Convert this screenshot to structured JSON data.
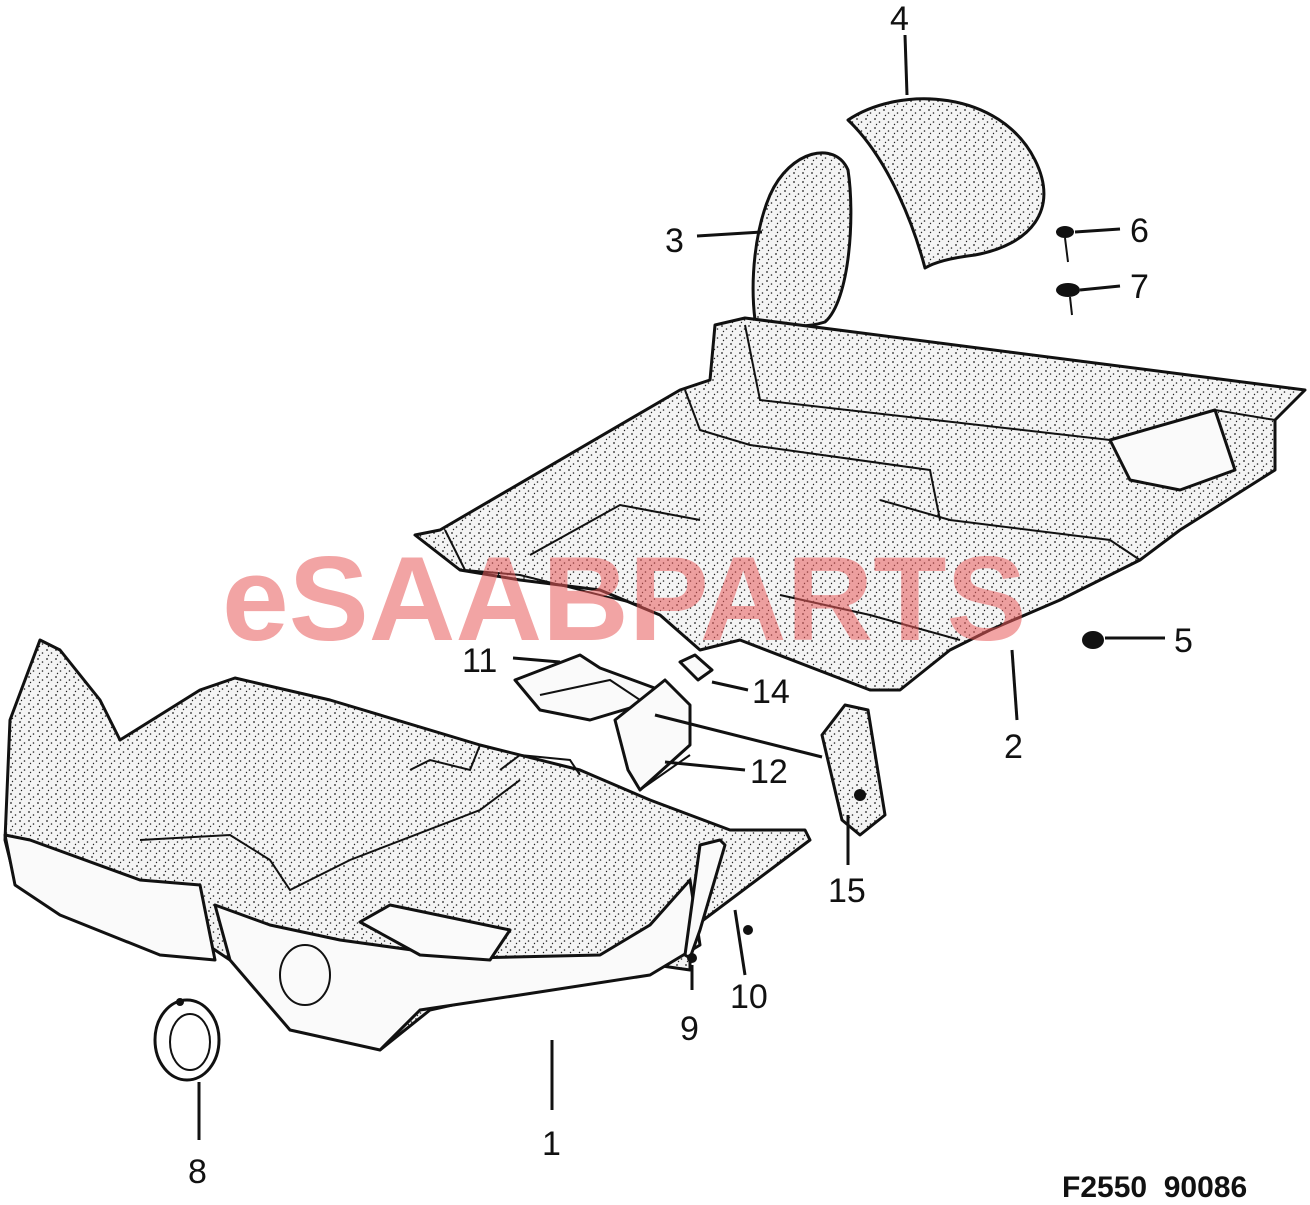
{
  "callouts": {
    "c1": "1",
    "c2": "2",
    "c3": "3",
    "c4": "4",
    "c5": "5",
    "c6": "6",
    "c7": "7",
    "c8": "8",
    "c9": "9",
    "c10": "10",
    "c11": "11",
    "c12": "12",
    "c14": "14",
    "c15": "15"
  },
  "watermark": "eSAABPARTS",
  "drawing_reference": "F2550  90086"
}
